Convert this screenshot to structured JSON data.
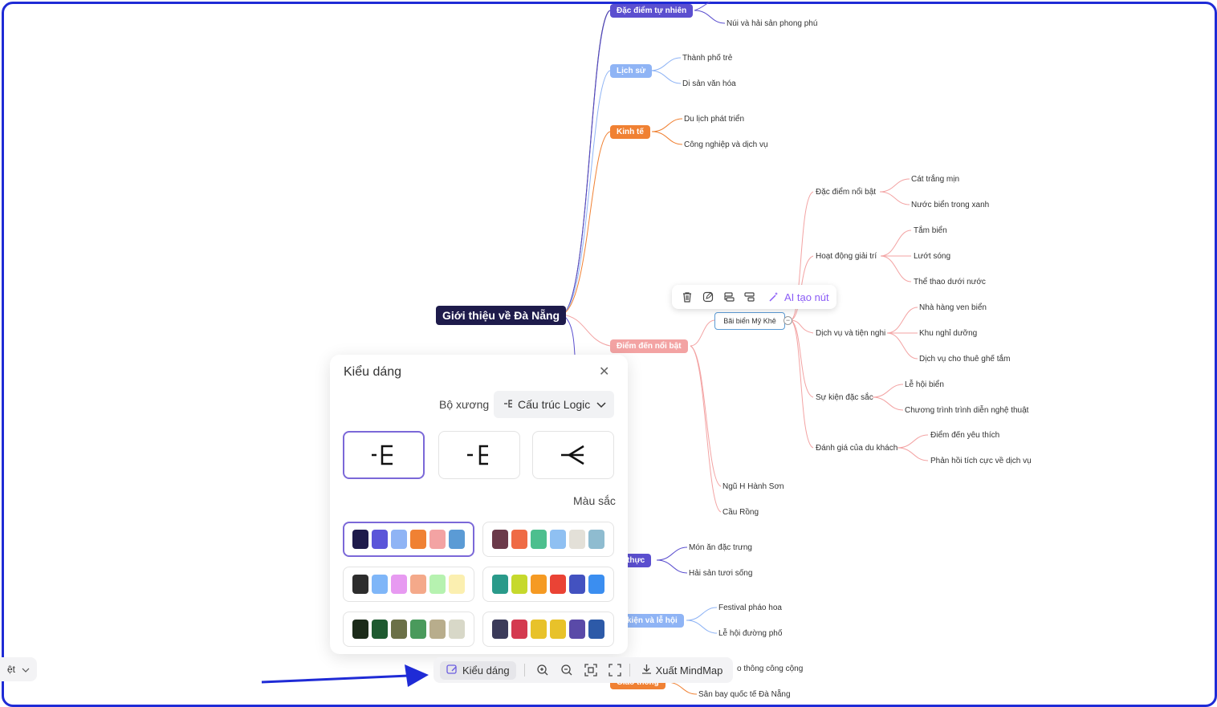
{
  "mindmap": {
    "root": "Giới thiệu về Đà Nẵng",
    "branches": {
      "b1": {
        "label": "Đặc điểm tự nhiên",
        "color": "#5b4fcf",
        "children": [
          "Núi và hải sản phong phú"
        ]
      },
      "b2": {
        "label": "Lịch sử",
        "color": "#8fb4f5",
        "children": [
          "Thành phố trẻ",
          "Di sản văn hóa"
        ]
      },
      "b3": {
        "label": "Kinh tế",
        "color": "#f08133",
        "children": [
          "Du lịch phát triển",
          "Công nghiệp và dịch vụ"
        ]
      },
      "b4": {
        "label": "Điểm đến nổi bật",
        "color": "#f3a3a3",
        "children": [
          "Bãi biển Mỹ Khê",
          "Ngũ H Hành Sơn",
          "Cầu Rồng"
        ]
      },
      "b5": {
        "label": "thực",
        "color": "#5b4fcf",
        "children": [
          "Món ăn đặc trưng",
          "Hải sản tươi sống"
        ]
      },
      "b6": {
        "label": "kiện và lễ hội",
        "color": "#8fb4f5",
        "children": [
          "Festival pháo hoa",
          "Lễ hội đường phố"
        ]
      },
      "b7": {
        "label": "Giao thông",
        "color": "#f08133",
        "children": [
          "o thông công cộng",
          "Sân bay quốc tế Đà Nẵng"
        ]
      }
    },
    "my_khe": {
      "label": "Bãi biển Mỹ Khê",
      "groups": [
        {
          "label": "Đặc điểm nổi bật",
          "items": [
            "Cát trắng mịn",
            "Nước biển trong xanh"
          ]
        },
        {
          "label": "Hoạt động giải trí",
          "items": [
            "Tắm biển",
            "Lướt sóng",
            "Thể thao dưới nước"
          ]
        },
        {
          "label": "Dịch vụ và tiện nghi",
          "items": [
            "Nhà hàng ven biển",
            "Khu nghỉ dưỡng",
            "Dịch vụ cho thuê ghế tắm"
          ]
        },
        {
          "label": "Sự kiện đặc sắc",
          "items": [
            "Lễ hội biển",
            "Chương trình trình diễn nghệ thuật"
          ]
        },
        {
          "label": "Đánh giá của du khách",
          "items": [
            "Điểm đến yêu thích",
            "Phản hồi tích cực về dịch vụ"
          ]
        }
      ]
    }
  },
  "node_toolbar": {
    "ai_label": "AI tạo nút"
  },
  "style_panel": {
    "title": "Kiểu dáng",
    "skeleton_label": "Bộ xương",
    "skeleton_value": "Cấu trúc Logic",
    "color_label": "Màu sắc",
    "palettes": [
      [
        "#1e1b4b",
        "#5b55d9",
        "#8fb4f5",
        "#f08133",
        "#f3a3a3",
        "#5b9bd5"
      ],
      [
        "#6b3a4a",
        "#ef6b45",
        "#4dbf8e",
        "#8fc0f2",
        "#e3e0d8",
        "#8fbcd0"
      ],
      [
        "#2d2d2d",
        "#7fb6f8",
        "#e79af1",
        "#f4a98a",
        "#b6f2b0",
        "#fbefb0"
      ],
      [
        "#2a9a8a",
        "#c6d92d",
        "#f59a23",
        "#ea4335",
        "#4352c0",
        "#3b8ef0"
      ],
      [
        "#1c2b1a",
        "#1e5a30",
        "#6b7047",
        "#4a9a5c",
        "#b8ad8c",
        "#d8d8c8"
      ],
      [
        "#3b3b5a",
        "#d43a50",
        "#e8c22a",
        "#e8c22a",
        "#5a4aa8",
        "#2d5aa8"
      ]
    ]
  },
  "bottom_bar": {
    "style": "Kiểu dáng",
    "export": "Xuất MindMap"
  },
  "language": {
    "label": "ệt"
  }
}
